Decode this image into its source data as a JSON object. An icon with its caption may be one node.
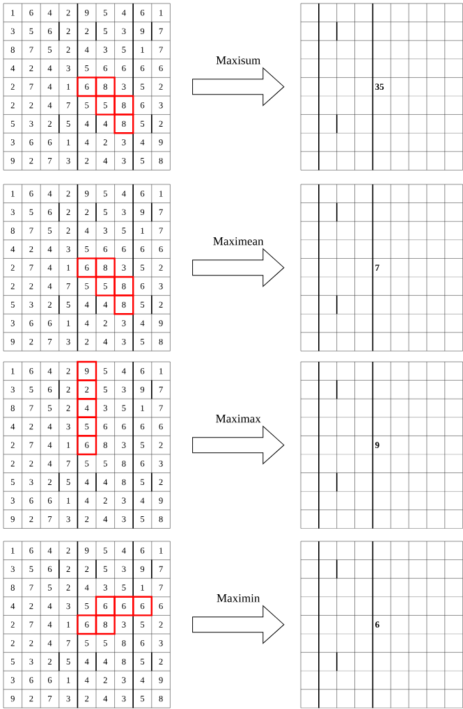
{
  "diagram": {
    "nodes": [
      {
        "text": [
          "1",
          "6",
          "4",
          "2",
          "9",
          "5",
          "4",
          "6",
          "1",
          "3",
          "5",
          "6",
          "2",
          "2",
          "5",
          "3",
          "9",
          "7",
          "8",
          "7",
          "5",
          "2",
          "4",
          "3",
          "5",
          "1",
          "7",
          "4",
          "2",
          "4",
          "3",
          "5",
          "6",
          "6",
          "6",
          "6",
          "2",
          "7",
          "4",
          "1",
          "6",
          "8",
          "3",
          "5",
          "2",
          "2",
          "2",
          "4",
          "7",
          "5",
          "5",
          "8",
          "6",
          "3",
          "5",
          "3",
          "2",
          "5",
          "4",
          "4",
          "8",
          "5",
          "2",
          "3",
          "6",
          "6",
          "1",
          "4",
          "2",
          "3",
          "4",
          "9",
          "9",
          "2",
          "7",
          "3",
          "2",
          "4",
          "3",
          "5",
          "8"
        ]
      },
      {
        "text": [
          "35"
        ]
      },
      {
        "text": [
          "1",
          "6",
          "4",
          "2",
          "9",
          "5",
          "4",
          "6",
          "1",
          "3",
          "5",
          "6",
          "2",
          "2",
          "5",
          "3",
          "9",
          "7",
          "8",
          "7",
          "5",
          "2",
          "4",
          "3",
          "5",
          "1",
          "7",
          "4",
          "2",
          "4",
          "3",
          "5",
          "6",
          "6",
          "6",
          "6",
          "2",
          "7",
          "4",
          "1",
          "6",
          "8",
          "3",
          "5",
          "2",
          "2",
          "2",
          "4",
          "7",
          "5",
          "5",
          "8",
          "6",
          "3",
          "5",
          "3",
          "2",
          "5",
          "4",
          "4",
          "8",
          "5",
          "2",
          "3",
          "6",
          "6",
          "1",
          "4",
          "2",
          "3",
          "4",
          "9",
          "9",
          "2",
          "7",
          "3",
          "2",
          "4",
          "3",
          "5",
          "8"
        ]
      },
      {
        "text": [
          "7"
        ]
      },
      {
        "text": [
          "1",
          "6",
          "4",
          "2",
          "9",
          "5",
          "4",
          "6",
          "1",
          "3",
          "5",
          "6",
          "2",
          "2",
          "5",
          "3",
          "9",
          "7",
          "8",
          "7",
          "5",
          "2",
          "4",
          "3",
          "5",
          "1",
          "7",
          "4",
          "2",
          "4",
          "3",
          "5",
          "6",
          "6",
          "6",
          "6",
          "2",
          "7",
          "4",
          "1",
          "6",
          "8",
          "3",
          "5",
          "2",
          "2",
          "2",
          "4",
          "7",
          "5",
          "5",
          "8",
          "6",
          "3",
          "5",
          "3",
          "2",
          "5",
          "4",
          "4",
          "8",
          "5",
          "2",
          "3",
          "6",
          "6",
          "1",
          "4",
          "2",
          "3",
          "4",
          "9",
          "9",
          "2",
          "7",
          "3",
          "2",
          "4",
          "3",
          "5",
          "8"
        ]
      },
      {
        "text": [
          "9"
        ]
      },
      {
        "text": [
          "1",
          "6",
          "4",
          "2",
          "9",
          "5",
          "4",
          "6",
          "1",
          "3",
          "5",
          "6",
          "2",
          "2",
          "5",
          "3",
          "9",
          "7",
          "8",
          "7",
          "5",
          "2",
          "4",
          "3",
          "5",
          "1",
          "7",
          "4",
          "2",
          "4",
          "3",
          "5",
          "6",
          "6",
          "6",
          "6",
          "2",
          "7",
          "4",
          "1",
          "6",
          "8",
          "3",
          "5",
          "2",
          "2",
          "2",
          "4",
          "7",
          "5",
          "5",
          "8",
          "6",
          "3",
          "5",
          "3",
          "2",
          "5",
          "4",
          "4",
          "8",
          "5",
          "2",
          "3",
          "6",
          "6",
          "1",
          "4",
          "2",
          "3",
          "4",
          "9",
          "9",
          "2",
          "7",
          "3",
          "2",
          "4",
          "3",
          "5",
          "8"
        ]
      },
      {
        "text": [
          "6"
        ]
      }
    ],
    "edges": [
      {
        "from": 0,
        "to": 1,
        "arrow": "to",
        "label": "Maxisum"
      },
      {
        "from": 2,
        "to": 3,
        "arrow": "to",
        "label": "Maximean"
      },
      {
        "from": 4,
        "to": 5,
        "arrow": "to",
        "label": "Maximax"
      },
      {
        "from": 6,
        "to": 7,
        "arrow": "to",
        "label": "Maximin"
      }
    ]
  }
}
